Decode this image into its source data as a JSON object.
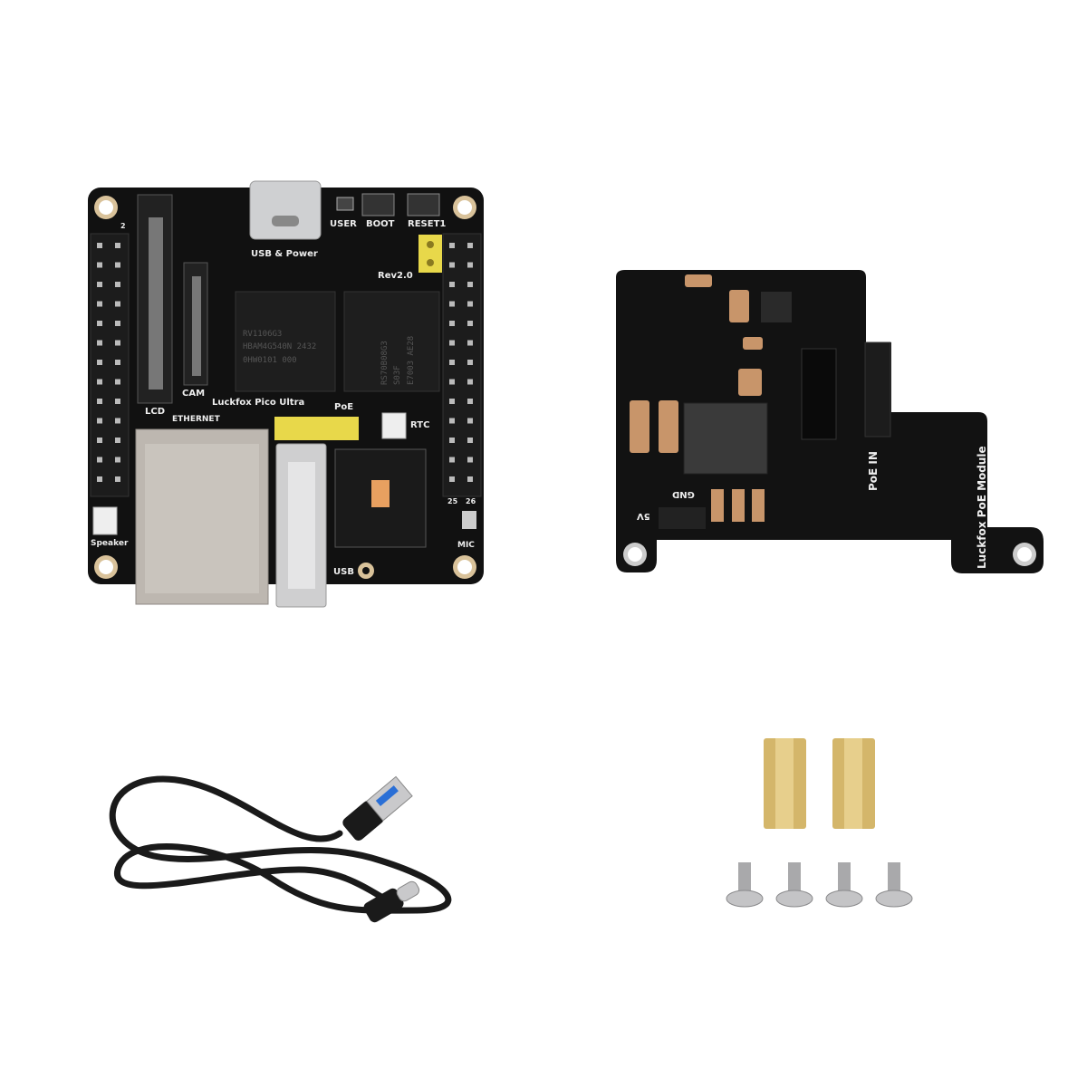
{
  "main_board": {
    "name": "Luckfox Pico Ultra",
    "revision": "Rev2.0",
    "labels": {
      "usb_power": "USB & Power",
      "user": "USER",
      "boot": "BOOT",
      "reset": "RESET1",
      "lcd": "LCD",
      "cam": "CAM",
      "ethernet": "ETHERNET",
      "poe": "PoE",
      "rtc": "RTC",
      "usb": "USB",
      "speaker": "Speaker",
      "mic": "MIC",
      "pin_2": "2",
      "pin_25": "25",
      "pin_26": "26"
    },
    "soc": [
      "RV1106G3",
      "HBAM4G540N 2432",
      "0HW0101 000"
    ],
    "flash": [
      "RS70B08G3",
      "S03F",
      "E7003 AE28"
    ]
  },
  "poe_module": {
    "name": "Luckfox PoE Module",
    "labels": {
      "poe_in": "PoE IN",
      "gnd": "GND",
      "v5": "5V"
    }
  },
  "colors": {
    "pcb": "#111111",
    "header_gold": "#e8d84a",
    "brass": "#d4b66a",
    "capacitor": "#c8956a"
  }
}
